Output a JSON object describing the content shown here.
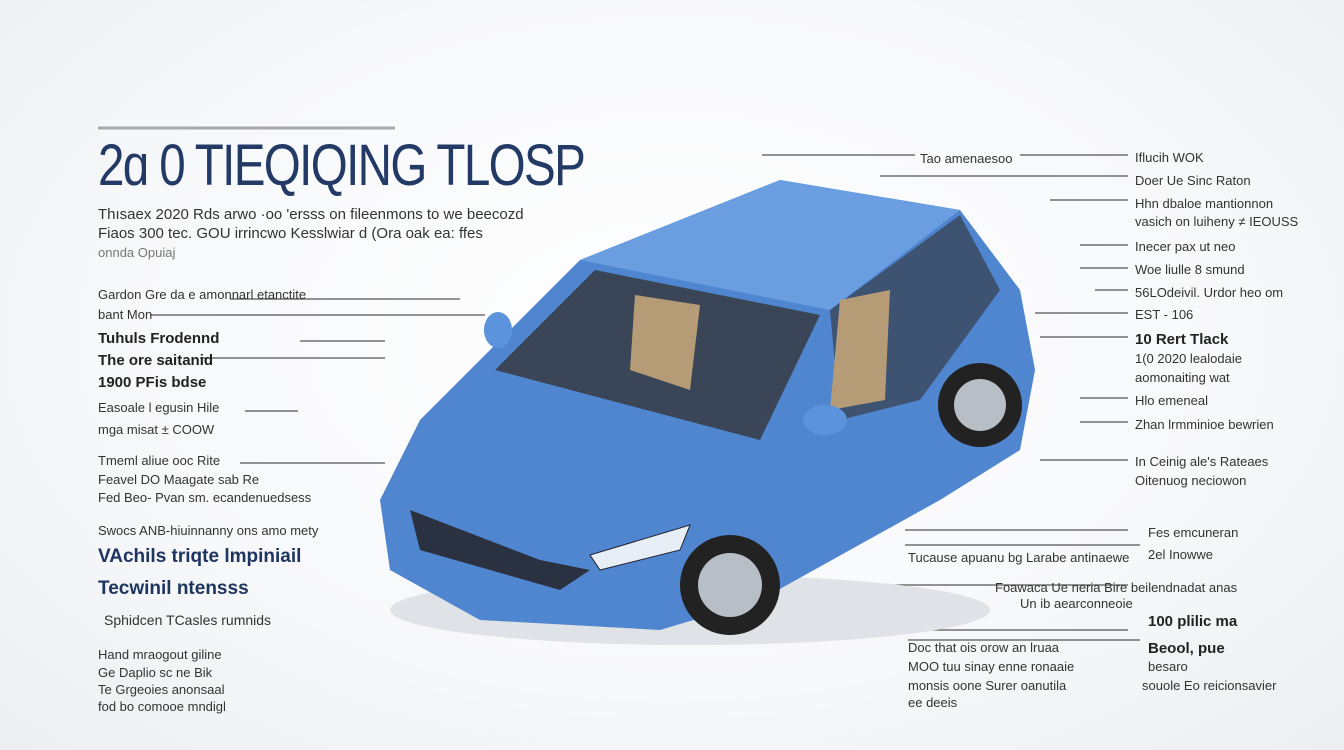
{
  "title": "2ɑ 0 TIEQIQING TLOSP",
  "intro": [
    "Thısaex 2020 Rds arwo ·oo 'ersss on fileenmons to we beecozd",
    "Fiaos 300 tec. GOU irrincwo Kesslwiar d (Ora oak ea: ffes",
    "onnda Opuiaj"
  ],
  "left_labels": [
    {
      "text": "Gardon Gre da e amonnarl etanctite",
      "style": "s"
    },
    {
      "text": "bant Mon",
      "style": "s"
    },
    {
      "text": "Tuhuls Frodennd",
      "style": "b"
    },
    {
      "text": "The ore saitanid",
      "style": "b"
    },
    {
      "text": "1900 PFis bdse",
      "style": "b"
    },
    {
      "text": "Easoale l egusin Hile",
      "style": "s"
    },
    {
      "text": "mga misat ± COOW",
      "style": "s"
    },
    {
      "text": "Tmeml aliue ooc Rite",
      "style": "s"
    },
    {
      "text": "Feavel DO Maagate sab Re",
      "style": "s"
    },
    {
      "text": "Fed Beo- Pvan sm. ecandenuedsess",
      "style": "s"
    },
    {
      "text": "Swocs ANB-hiuinnanny ons amo mety",
      "style": "s"
    },
    {
      "text": "VAchils triqte lmpiniail",
      "style": "big"
    },
    {
      "text": "Tecwinil ntensss",
      "style": "big"
    },
    {
      "text": "Sphidcen TCasles rumnids",
      "style": "lbl"
    },
    {
      "text": "Hand mraogout giline",
      "style": "s"
    },
    {
      "text": "Ge Daplio sc ne Bik",
      "style": "s"
    },
    {
      "text": "Te Grgeoies anonsaal",
      "style": "s"
    },
    {
      "text": "fod bo comooe mndigl",
      "style": "s"
    }
  ],
  "right_labels": [
    {
      "text": "Iflucih WOK",
      "style": "s"
    },
    {
      "text": "Doer Ue Sinc Raton",
      "style": "s"
    },
    {
      "text": "Hhn dbaloe mantionnon",
      "style": "s"
    },
    {
      "text": "vasich on luiheny ≠ IEOUSS",
      "style": "s"
    },
    {
      "text": "Inecer pax ut neo",
      "style": "s"
    },
    {
      "text": "Woe liulle 8 smund",
      "style": "s"
    },
    {
      "text": "56LOdeivil. Urdor heo om",
      "style": "s"
    },
    {
      "text": "EST - 106",
      "style": "s"
    },
    {
      "text": "10 Rert Tlack",
      "style": "b"
    },
    {
      "text": "1(0 2020 lealodaie",
      "style": "s"
    },
    {
      "text": "aomonaiting wat",
      "style": "s"
    },
    {
      "text": "Hlo emeneal",
      "style": "s"
    },
    {
      "text": "Zhan lrmminioe bewrien",
      "style": "s"
    },
    {
      "text": "In Ceinig ale's Rateaes",
      "style": "s"
    },
    {
      "text": "Oitenuog neciowon",
      "style": "s"
    },
    {
      "text": "Fes emcuneran",
      "style": "s"
    },
    {
      "text": "2el Inowwe",
      "style": "s"
    },
    {
      "text": "100 plilic ma",
      "style": "b"
    },
    {
      "text": "Beool, pue",
      "style": "b"
    },
    {
      "text": "besaro",
      "style": "s"
    },
    {
      "text": "souole Eo reicionsavier",
      "style": "s"
    }
  ],
  "mid_labels": [
    "Tao amenaesoo",
    "Tucause apuanu bg Larabe antinaewe",
    "Foawaca Ue neria Bire beilendnadat anas",
    "Un ib aearconneoie",
    "Doc that ois orow an lruaa",
    "MOO tuu sinay enne ronaaie",
    "monsis oone Surer oanutila",
    "ee deeis"
  ],
  "colors": {
    "title": "#233a66",
    "car_body": "#4f86cf",
    "background": "#f7f8fa"
  }
}
